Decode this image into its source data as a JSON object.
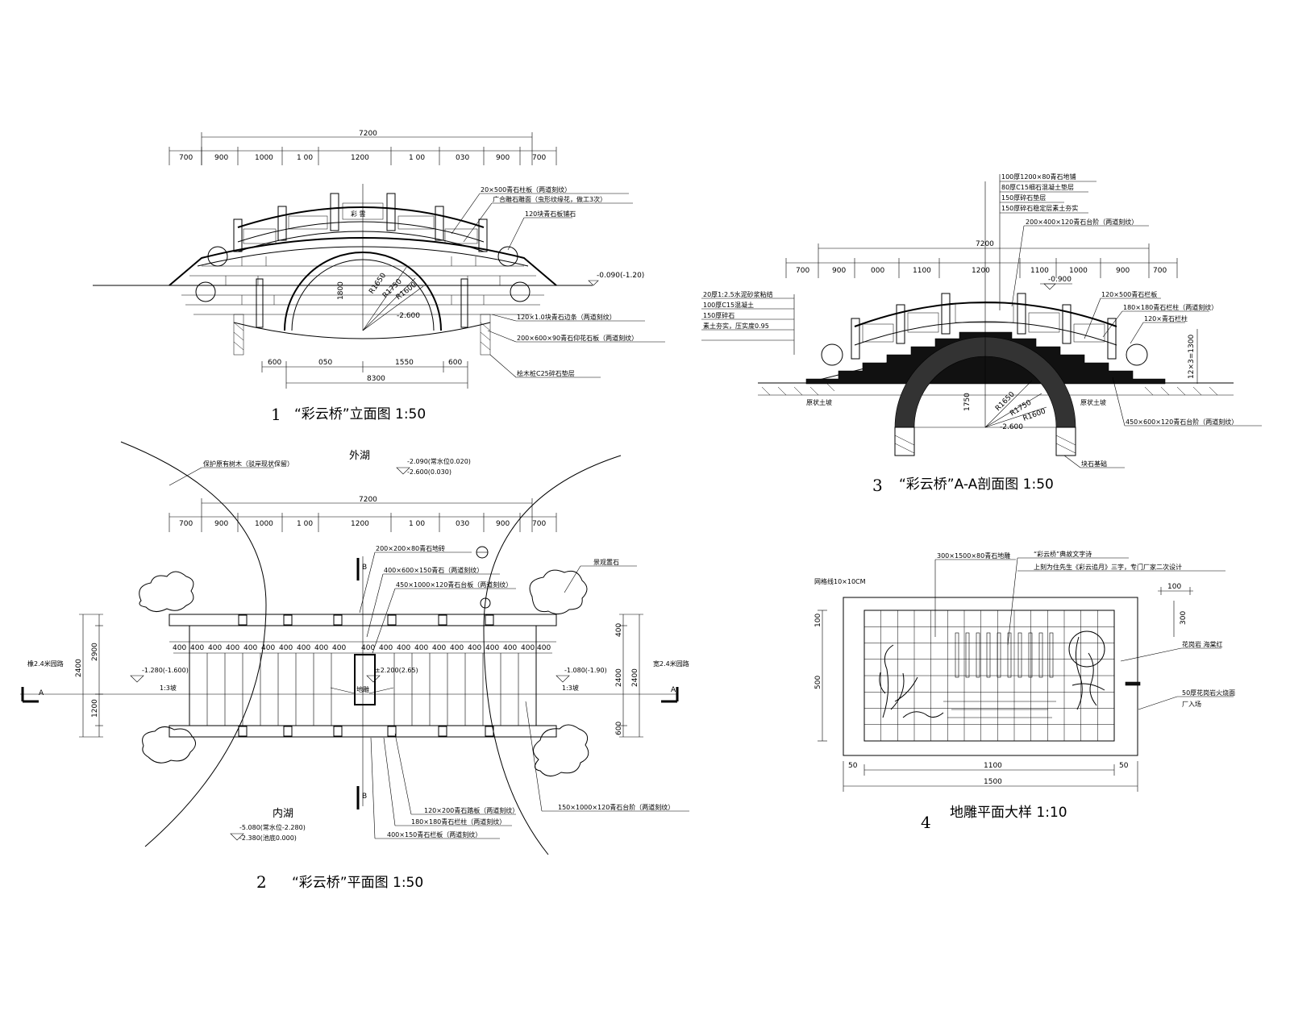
{
  "drawings": {
    "elevation": {
      "number": "1",
      "title": "“彩云桥”立面图 1:50",
      "top_total": "7200",
      "top_dims": [
        "700",
        "900",
        "1000",
        "1 00",
        "1200",
        "1 00",
        "030",
        "900",
        "700"
      ],
      "bottom_total": "8300",
      "bottom_dims": [
        "600",
        "050",
        "1550",
        "600"
      ],
      "levels": [
        "-0.090(-1.20)",
        "-2.600"
      ],
      "radius_labels": [
        "R1650",
        "R1750",
        "R1600"
      ],
      "height_label": "1800",
      "notes": [
        "20×500青石柱板（两道刻纹）",
        "广合雕石雕面（虫形纹缘花，做工3次）",
        "120块青石板铺石",
        "120×1.0块青石边条（两道刻纹）",
        "200×600×90青石仰花石板（两道刻纹）",
        "桧木桩C25碎石垫层"
      ]
    },
    "plan": {
      "number": "2",
      "title": "“彩云桥”平面图 1:50",
      "outer_lake": "外湖",
      "inner_lake": "内湖",
      "outer_levels": [
        "-2.090(常水位0.020)",
        "-2.600(0.030)"
      ],
      "inner_levels": [
        "-5.080(常水位-2.280)",
        "-2.380(池底0.000)"
      ],
      "top_total": "7200",
      "top_dims": [
        "700",
        "900",
        "1000",
        "1 00",
        "1200",
        "1 00",
        "030",
        "900",
        "700"
      ],
      "baluster_dims": [
        "400",
        "400",
        "400",
        "400",
        "400",
        "400",
        "400",
        "400",
        "400",
        "400",
        "400",
        "400",
        "400",
        "400",
        "400",
        "400",
        "400",
        "400",
        "400",
        "400",
        "400",
        "400"
      ],
      "side_left": [
        "2900",
        "2400",
        "1200"
      ],
      "side_right": [
        "400",
        "2400",
        "2400",
        "600"
      ],
      "levels": [
        "-1.280(-1.600)",
        "±2.200(2.65)",
        "-1.080(-1.90)"
      ],
      "section_marks": [
        "A",
        "A",
        "B",
        "B"
      ],
      "tags": [
        "1:3坡",
        "1:3坡",
        "地雕"
      ],
      "label_left": "橡2.4米园路",
      "label_right": "宽2.4米园路",
      "notes": [
        "200×200×80青石地砖",
        "400×600×150青石（两道刻纹）",
        "450×1000×120青石台板（两道刻纹）",
        "景观置石",
        "保护原有树木（驳岸现状保留）",
        "120×200青石踏板（两道刻纹）",
        "180×180青石栏柱（两道刻纹）",
        "400×150青石栏板（两道刻纹）",
        "150×1000×120青石台阶（两道刻纹）"
      ]
    },
    "section": {
      "number": "3",
      "title": "“彩云桥”A-A剖面图 1:50",
      "top_total": "7200",
      "top_dims": [
        "700",
        "900",
        "000",
        "1100",
        "1200",
        "1100",
        "1000",
        "900",
        "700"
      ],
      "level": "-0.900",
      "radius_labels": [
        "R1650",
        "R1750",
        "R1600"
      ],
      "height_labels": [
        "1750",
        "12×3=1300"
      ],
      "levels": [
        "-2.600"
      ],
      "tags": [
        "原状土坡",
        "原状土坡"
      ],
      "notes": [
        "100厚1200×80青石地铺",
        "80厚C15细石混凝土垫层",
        "150厚碎石垫层",
        "150厚碎石稳定层素土夯实",
        "200×400×120青石台阶（两道刻纹）",
        "20厚1:2.5水泥砂浆粘结",
        "100厚C15混凝土",
        "150厚碎石",
        "素土夯实，压实度0.95",
        "120×500青石栏板",
        "180×180青石栏柱（两道刻纹）",
        "120×青石栏柱",
        "450×600×120青石台阶（两道刻纹）",
        "块石基础"
      ]
    },
    "carving": {
      "number": "4",
      "title": "地雕平面大样 1:10",
      "grid_label": "网格线10×10CM",
      "dims_bottom": [
        "1100",
        "1500"
      ],
      "dims_top": [
        "100"
      ],
      "dims_side": [
        "300",
        "500",
        "100"
      ],
      "small_dims": [
        "50",
        "50"
      ],
      "notes": [
        "300×1500×80青石地雕",
        "“彩云桥”典故文字诗",
        "上刻为住先生《彩云追月》三字，专门厂家二次设计",
        "花岗岩 海棠红",
        "50厚花岗岩火烧面",
        "厂入场"
      ]
    }
  }
}
